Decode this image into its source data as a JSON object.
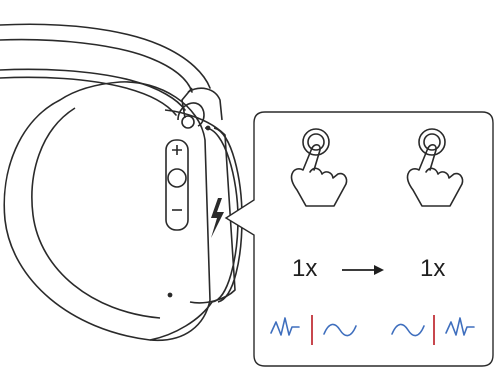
{
  "panel": {
    "step1": {
      "count": "1x"
    },
    "step2": {
      "count": "1x"
    }
  },
  "colors": {
    "line": "#2a2a2a",
    "wave": "#3f6fbe",
    "divider": "#c8474e",
    "background": "#ffffff"
  },
  "icons": [
    "headphone-illustration",
    "tap-finger-icon",
    "arrow-right-icon",
    "waveform-icon",
    "sine-wave-icon"
  ]
}
